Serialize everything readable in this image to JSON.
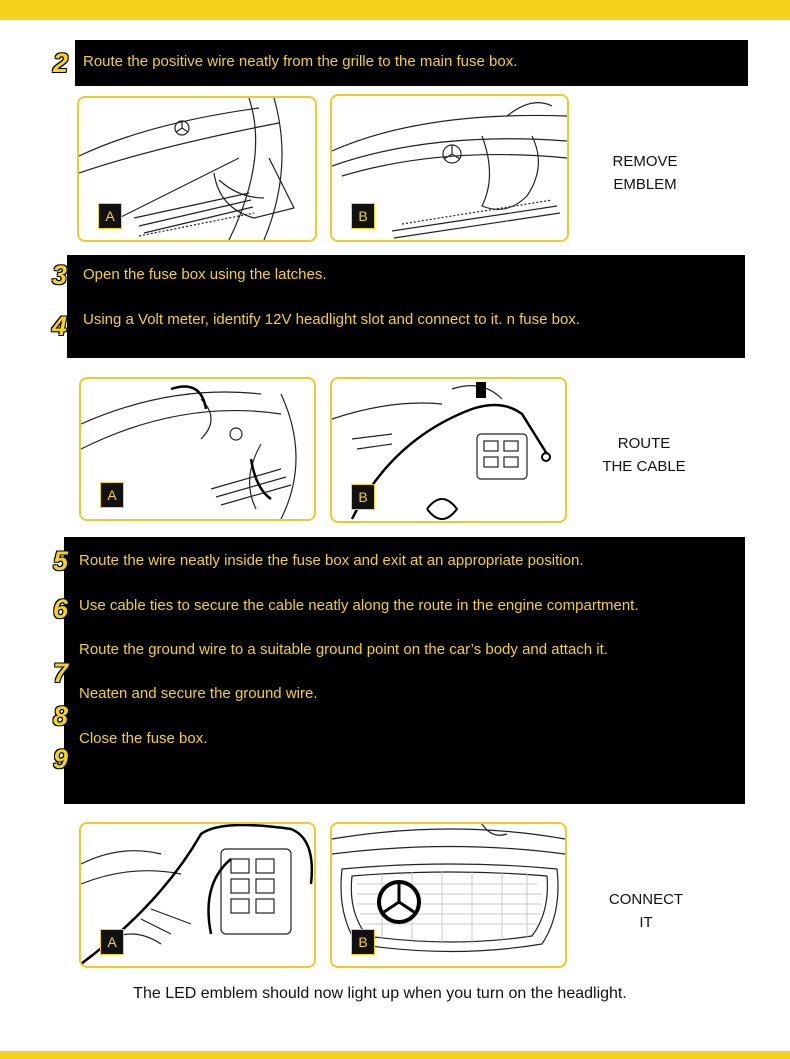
{
  "steps": {
    "s2": {
      "num": "2",
      "text": "Route the positive wire neatly from the grille to the main fuse box."
    },
    "s3": {
      "num": "3",
      "text": "Open the fuse box using the latches."
    },
    "s4": {
      "num": "4",
      "text": "Using a Volt meter, identify 12V headlight slot and connect to it. n fuse box."
    },
    "s5": {
      "num": "5",
      "text": "Route the wire neatly inside the fuse box and exit at an appropriate position."
    },
    "s6": {
      "num": "6",
      "text": "Use cable ties to secure the cable neatly along the route in the engine compartment."
    },
    "s7": {
      "num": "7",
      "text": "Route the ground wire to a suitable ground point on the car’s body and attach it."
    },
    "s8": {
      "num": "8",
      "text": "Neaten and secure the ground wire."
    },
    "s9": {
      "num": "9",
      "text": "Close the fuse box."
    }
  },
  "rows": [
    {
      "caption": [
        "REMOVE",
        "EMBLEM"
      ],
      "tag_a": "A",
      "tag_b": "B"
    },
    {
      "caption": [
        "ROUTE",
        "THE CABLE"
      ],
      "tag_a": "A",
      "tag_b": "B"
    },
    {
      "caption": [
        "CONNECT",
        "IT"
      ],
      "tag_a": "A",
      "tag_b": "B"
    }
  ],
  "footer": "The LED emblem should now light up when you turn on the headlight.",
  "colors": {
    "accent": "#f5d21c",
    "band": "#000000",
    "panel_border": "#f1c92a"
  }
}
